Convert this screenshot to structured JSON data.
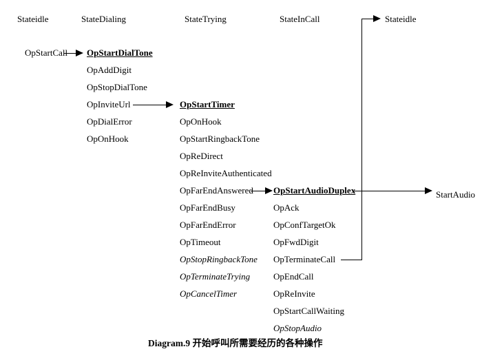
{
  "diagram": {
    "caption": "Diagram.9 开始呼叫所需要经历的各种操作",
    "headers": {
      "idle_left": "Stateidle",
      "dialing": "StateDialing",
      "trying": "StateTrying",
      "incall": "StateInCall",
      "idle_right": "Stateidle"
    },
    "labels": {
      "start_call": "OpStartCall",
      "start_audio": "StartAudio"
    },
    "columns": {
      "dialing_ops": [
        {
          "text": "OpStartDialTone",
          "style": "entry"
        },
        {
          "text": "OpAddDigit",
          "style": "normal"
        },
        {
          "text": "OpStopDialTone",
          "style": "normal"
        },
        {
          "text": "OpInviteUrl",
          "style": "normal"
        },
        {
          "text": "OpDialError",
          "style": "normal"
        },
        {
          "text": "OpOnHook",
          "style": "normal"
        }
      ],
      "trying_ops": [
        {
          "text": "OpStartTimer",
          "style": "entry"
        },
        {
          "text": "OpOnHook",
          "style": "normal"
        },
        {
          "text": "OpStartRingbackTone",
          "style": "normal"
        },
        {
          "text": "OpReDirect",
          "style": "normal"
        },
        {
          "text": "OpReInviteAuthenticated",
          "style": "normal"
        },
        {
          "text": "OpFarEndAnswered",
          "style": "normal"
        },
        {
          "text": "OpFarEndBusy",
          "style": "normal"
        },
        {
          "text": "OpFarEndError",
          "style": "normal"
        },
        {
          "text": "OpTimeout",
          "style": "normal"
        },
        {
          "text": "OpStopRingbackTone",
          "style": "italic"
        },
        {
          "text": "OpTerminateTrying",
          "style": "italic"
        },
        {
          "text": "OpCancelTimer",
          "style": "italic"
        }
      ],
      "incall_ops": [
        {
          "text": "OpStartAudioDuplex",
          "style": "entry"
        },
        {
          "text": "OpAck",
          "style": "normal"
        },
        {
          "text": "OpConfTargetOk",
          "style": "normal"
        },
        {
          "text": "OpFwdDigit",
          "style": "normal"
        },
        {
          "text": "OpTerminateCall",
          "style": "normal"
        },
        {
          "text": "OpEndCall",
          "style": "normal"
        },
        {
          "text": "OpReInvite",
          "style": "normal"
        },
        {
          "text": "OpStartCallWaiting",
          "style": "normal"
        },
        {
          "text": "OpStopAudio",
          "style": "italic"
        }
      ]
    },
    "colors": {
      "ink": "#000000",
      "background": "#ffffff"
    }
  }
}
